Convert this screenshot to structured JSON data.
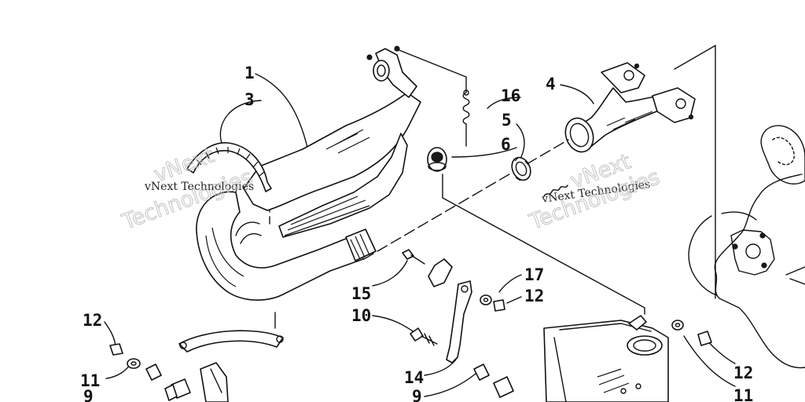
{
  "callouts": {
    "c1": "1",
    "c3": "3",
    "c4": "4",
    "c5": "5",
    "c6": "6",
    "c16": "16",
    "c17": "17",
    "c12a": "12",
    "c12b": "12",
    "c12c": "12",
    "c15": "15",
    "c10": "10",
    "c14": "14",
    "c9a": "9",
    "c9b": "9",
    "c11a": "11",
    "c11b": "11"
  },
  "watermarks": {
    "w1_text": "vNext Technologies",
    "w1_small": "vNext",
    "w1_large": "Technologies",
    "w2_text": "vNext Technologies",
    "w2_small": "vNext",
    "w2_large": "Technologies"
  }
}
